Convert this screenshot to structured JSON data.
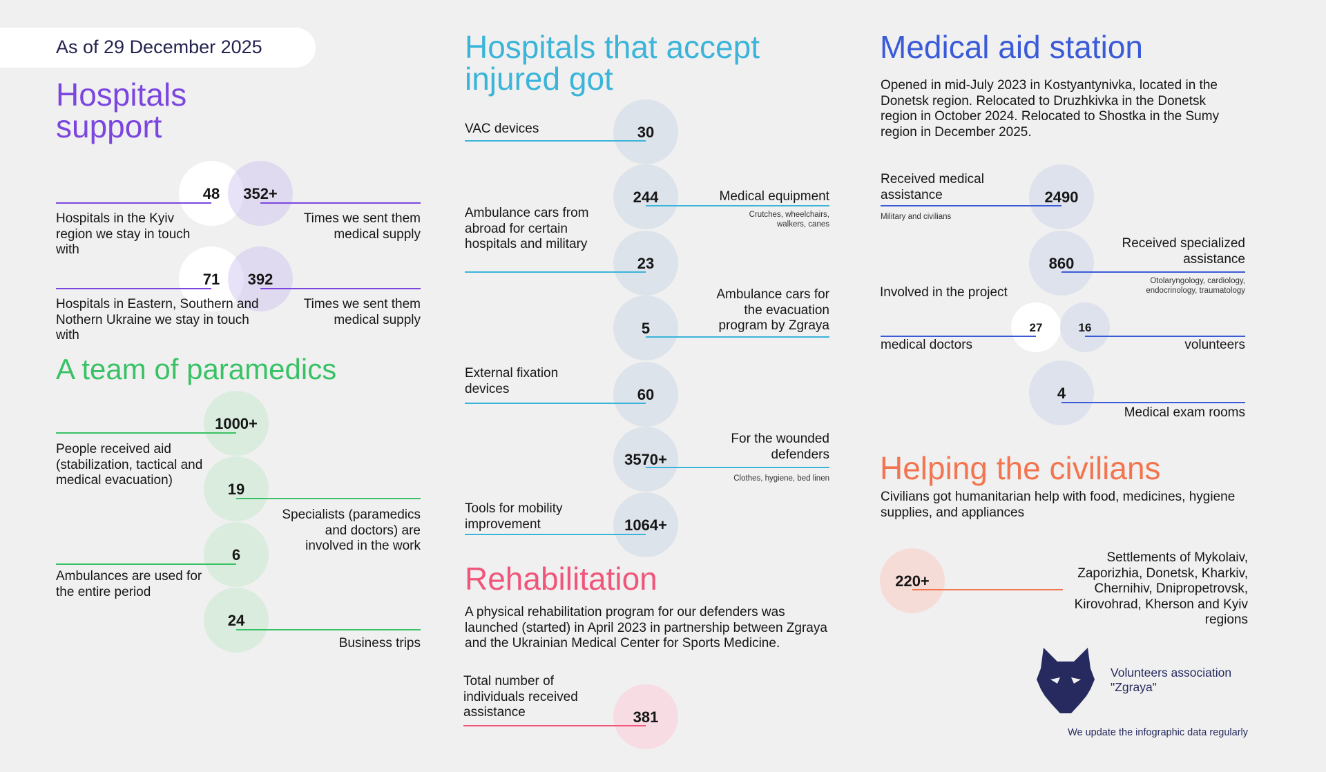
{
  "header": {
    "date": "As of 29 December 2025"
  },
  "hospitals": {
    "title": "Hospitals support",
    "rows": [
      {
        "left_value": "48",
        "left_label": "Hospitals in the Kyiv region we stay in touch with",
        "right_value": "352+",
        "right_label": "Times we sent them medical supply"
      },
      {
        "left_value": "71",
        "left_label": "Hospitals in Eastern, Southern and Nothern Ukraine we stay in touch with",
        "right_value": "392",
        "right_label": "Times we sent them medical supply"
      }
    ]
  },
  "paramedics": {
    "title": "A team of paramedics",
    "items": [
      {
        "value": "1000+",
        "label": "People received aid (stabilization, tactical and medical evacuation)"
      },
      {
        "value": "19",
        "label": "Specialists (paramedics and doctors) are involved in the work"
      },
      {
        "value": "6",
        "label": "Ambulances are used for the entire period"
      },
      {
        "value": "24",
        "label": "Business trips"
      }
    ]
  },
  "injured": {
    "title": "Hospitals that accept injured got",
    "items": [
      {
        "value": "30",
        "label": "VAC devices"
      },
      {
        "value": "244",
        "label": "Medical equipment",
        "sub": "Crutches, wheelchairs, walkers, canes"
      },
      {
        "value": "23",
        "label": "Ambulance cars from abroad for certain hospitals and military"
      },
      {
        "value": "5",
        "label": "Ambulance cars for the evacuation program by Zgraya"
      },
      {
        "value": "60",
        "label": "External fixation devices"
      },
      {
        "value": "3570+",
        "label": "For the wounded defenders",
        "sub": "Clothes, hygiene, bed linen"
      },
      {
        "value": "1064+",
        "label": "Tools for mobility improvement"
      }
    ]
  },
  "rehab": {
    "title": "Rehabilitation",
    "text": "A physical rehabilitation program for our defenders was launched (started) in April 2023 in partnership between Zgraya and the Ukrainian Medical Center for Sports Medicine.",
    "label": "Total number of individuals received assistance",
    "value": "381"
  },
  "station": {
    "title": "Medical aid station",
    "text": "Opened in mid-July 2023 in Kostyantynivka, located in the Donetsk region. Relocated to Druzhkivka in the Donetsk region in October 2024. Relocated to Shostka in the Sumy region in December 2025.",
    "received": {
      "value": "2490",
      "label": "Received medical assistance",
      "sub": "Military and civilians"
    },
    "specialized": {
      "value": "860",
      "label": "Received specialized assistance",
      "sub": "Otolaryngology, cardiology, endocrinology, traumatology"
    },
    "involved_label": "Involved in the project",
    "doctors": {
      "value": "27",
      "label": "medical doctors"
    },
    "volunteers": {
      "value": "16",
      "label": "volunteers"
    },
    "rooms": {
      "value": "4",
      "label": "Medical exam rooms"
    }
  },
  "civilians": {
    "title": "Helping the civilians",
    "text": "Civilians got humanitarian help with food, medicines, hygiene supplies, and appliances",
    "value": "220+",
    "label": "Settlements of Mykolaiv, Zaporizhia, Donetsk, Kharkiv, Chernihiv, Dnipropetrovsk, Kirovohrad, Kherson and Kyiv regions"
  },
  "footer": {
    "org": "Volunteers association \"Zgraya\"",
    "note": "We update the infographic data regularly"
  },
  "colors": {
    "purple": "#7b46df",
    "green": "#38c265",
    "cyan": "#3bb4d9",
    "pink": "#f0557a",
    "blue": "#3a5ad8",
    "orange": "#f2754f",
    "navy": "#262a5e"
  }
}
